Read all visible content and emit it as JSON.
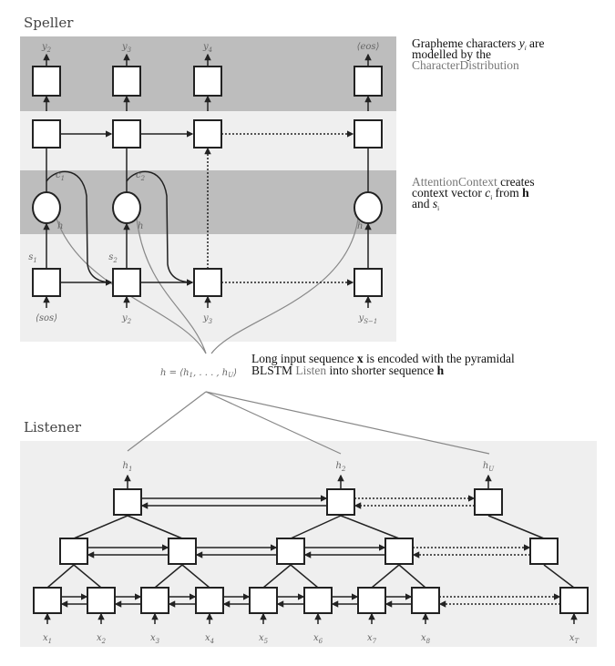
{
  "speller": {
    "title": "Speller",
    "outputs": [
      {
        "b": "y",
        "s": "2"
      },
      {
        "b": "y",
        "s": "3"
      },
      {
        "b": "y",
        "s": "4"
      },
      {
        "b": "⟨eos⟩",
        "s": ""
      }
    ],
    "inputs": [
      {
        "b": "⟨sos⟩",
        "s": ""
      },
      {
        "b": "y",
        "s": "2"
      },
      {
        "b": "y",
        "s": "3"
      },
      {
        "b": "y",
        "s": "S−1"
      }
    ],
    "contexts": [
      {
        "b": "c",
        "s": "1"
      },
      {
        "b": "c",
        "s": "2"
      }
    ],
    "states": [
      {
        "b": "s",
        "s": "1"
      },
      {
        "b": "s",
        "s": "2"
      }
    ],
    "h_label": "h"
  },
  "notes": {
    "char_dist": {
      "l1a": "Grapheme characters ",
      "l1var": "y",
      "l1sub": "i",
      "l1b": " are",
      "l2": "modelled by the",
      "l3": "CharacterDistribution"
    },
    "attention": {
      "l1a": "AttentionContext",
      "l1b": " creates",
      "l2a": "context vector ",
      "l2var": "c",
      "l2sub": "i",
      "l2b": " from ",
      "l2h": "h",
      "l3a": "and ",
      "l3var": "s",
      "l3sub": "i"
    },
    "listen": {
      "l1a": "Long input sequence ",
      "l1x": "x",
      "l1b": " is encoded with the pyramidal",
      "l2a": "BLSTM ",
      "l2listen": "Listen",
      "l2b": " into shorter sequence ",
      "l2h": "h"
    }
  },
  "h_seq": {
    "text": "h = ⟨h",
    "s1": "1",
    "mid": ", . . . , h",
    "s2": "U",
    "end": "⟩"
  },
  "listener": {
    "title": "Listener",
    "outputs": [
      {
        "b": "h",
        "s": "1"
      },
      {
        "b": "h",
        "s": "2"
      },
      {
        "b": "h",
        "s": "U"
      }
    ],
    "inputs": [
      {
        "b": "x",
        "s": "1"
      },
      {
        "b": "x",
        "s": "2"
      },
      {
        "b": "x",
        "s": "3"
      },
      {
        "b": "x",
        "s": "4"
      },
      {
        "b": "x",
        "s": "5"
      },
      {
        "b": "x",
        "s": "6"
      },
      {
        "b": "x",
        "s": "7"
      },
      {
        "b": "x",
        "s": "8"
      },
      {
        "b": "x",
        "s": "T"
      }
    ]
  },
  "colors": {
    "dark_band": "#bdbdbd",
    "light_band": "#efefef",
    "accent_text": "#777777"
  }
}
